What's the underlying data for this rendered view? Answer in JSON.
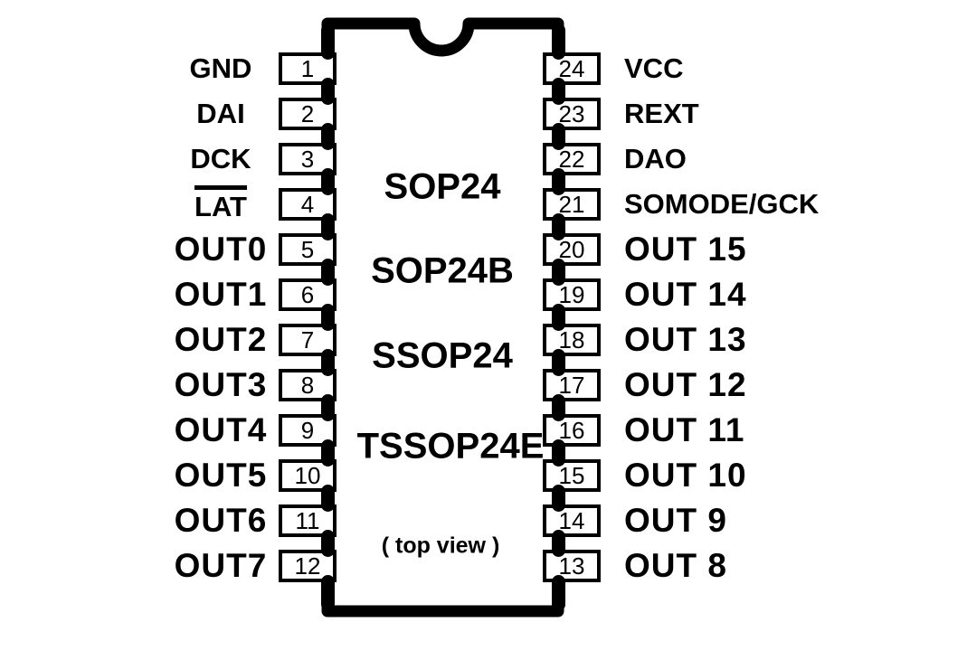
{
  "diagram": {
    "package_names": [
      "SOP24",
      "SOP24B",
      "SSOP24",
      "TSSOP24E"
    ],
    "view_note": "( top view )",
    "pin_count": 24,
    "colors": {
      "ink": "#000000",
      "paper": "#ffffff"
    },
    "pins": {
      "left": [
        {
          "num": "1",
          "label": "GND"
        },
        {
          "num": "2",
          "label": "DAI"
        },
        {
          "num": "3",
          "label": "DCK"
        },
        {
          "num": "4",
          "label": "LAT",
          "overline": true
        },
        {
          "num": "5",
          "label": "OUT0"
        },
        {
          "num": "6",
          "label": "OUT1"
        },
        {
          "num": "7",
          "label": "OUT2"
        },
        {
          "num": "8",
          "label": "OUT3"
        },
        {
          "num": "9",
          "label": "OUT4"
        },
        {
          "num": "10",
          "label": "OUT5"
        },
        {
          "num": "11",
          "label": "OUT6"
        },
        {
          "num": "12",
          "label": "OUT7"
        }
      ],
      "right": [
        {
          "num": "24",
          "label": "VCC"
        },
        {
          "num": "23",
          "label": "REXT"
        },
        {
          "num": "22",
          "label": "DAO"
        },
        {
          "num": "21",
          "label": "SOMODE/GCK"
        },
        {
          "num": "20",
          "label": "OUT 15"
        },
        {
          "num": "19",
          "label": "OUT 14"
        },
        {
          "num": "18",
          "label": "OUT 13"
        },
        {
          "num": "17",
          "label": "OUT 12"
        },
        {
          "num": "16",
          "label": "OUT 11"
        },
        {
          "num": "15",
          "label": "OUT 10"
        },
        {
          "num": "14",
          "label": "OUT 9"
        },
        {
          "num": "13",
          "label": "OUT 8"
        }
      ]
    }
  }
}
